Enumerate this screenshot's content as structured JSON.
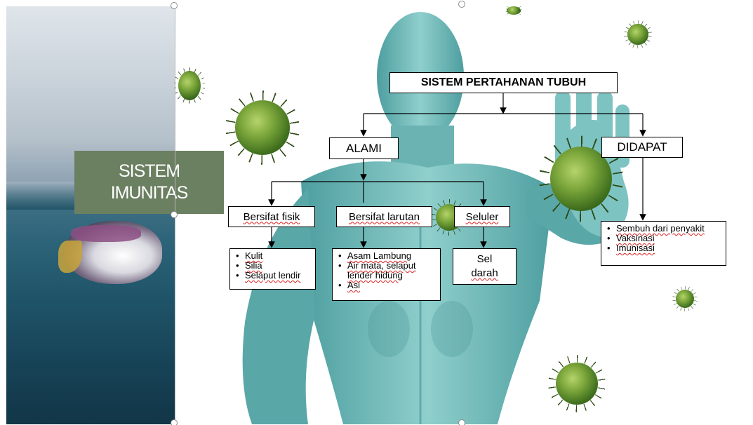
{
  "title": {
    "line1": "SISTEM",
    "line2": "IMUNITAS"
  },
  "diagram": {
    "root": "SISTEM PERTAHANAN TUBUH",
    "alami": "ALAMI",
    "didapat": "DIDAPAT",
    "bersifat_fisik": "Bersifat fisik",
    "bersifat_larutan": "Bersifat larutan",
    "seluler": "Seluler",
    "fisik_items": [
      "Kulit",
      "Silia",
      "Selaput lendir"
    ],
    "larutan_items": [
      "Asam Lambung",
      "Air mata, selaput lender hidung",
      "Asi"
    ],
    "seluler_detail": {
      "line1": "Sel",
      "line2": "darah"
    },
    "didapat_items": [
      "Sembuh dari penyakit",
      "Vaksinasi",
      "Imunisasi"
    ]
  },
  "colors": {
    "title_bg": "#6b7f61",
    "figure": "#6fb6b6",
    "virus": "#6f9a32"
  }
}
